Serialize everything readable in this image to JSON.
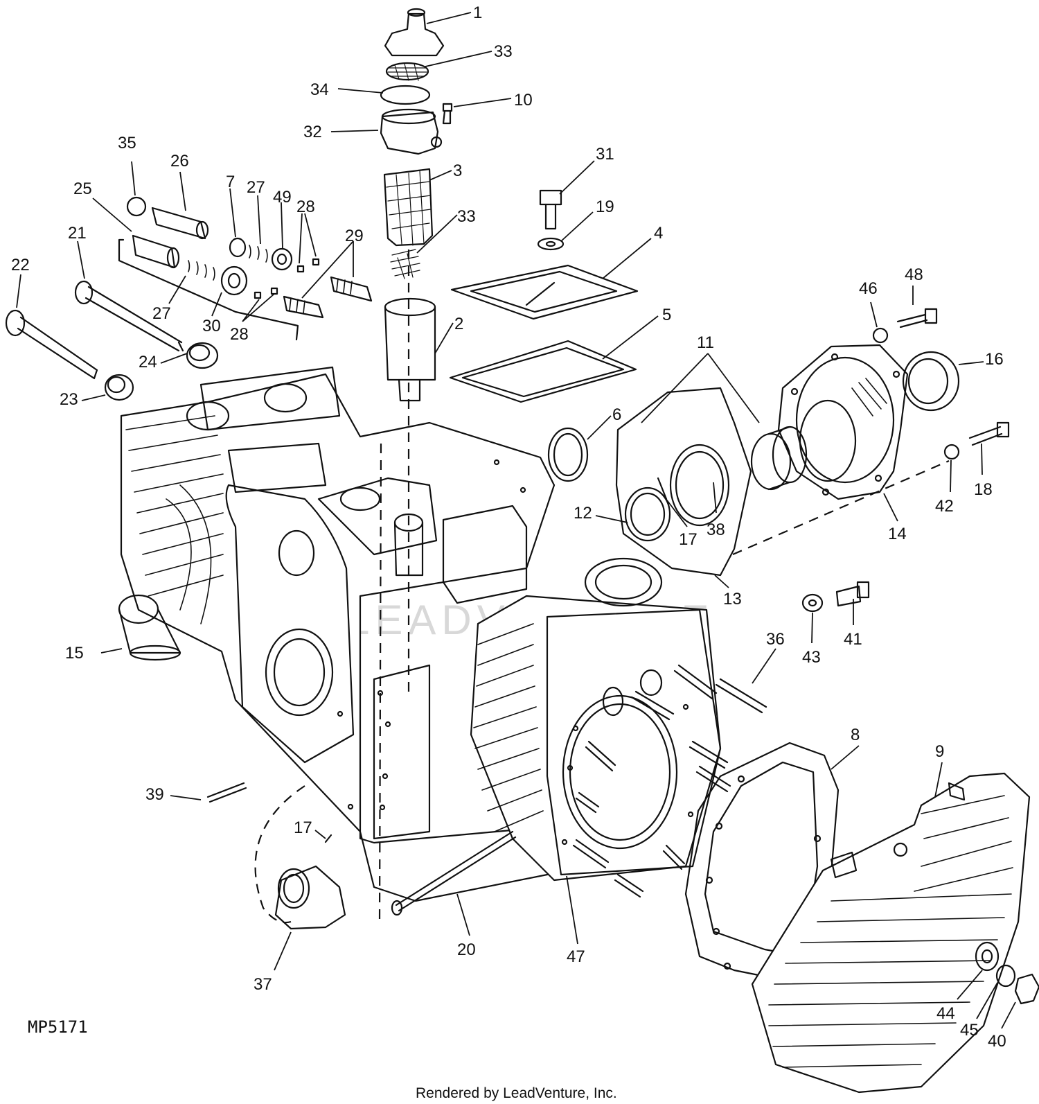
{
  "diagram": {
    "figure_code": "MP5171",
    "credit": "Rendered by LeadVenture, Inc.",
    "watermark": "LEADVENTURE",
    "callouts": [
      "1",
      "33",
      "34",
      "10",
      "32",
      "3",
      "33",
      "2",
      "31",
      "19",
      "4",
      "5",
      "35",
      "26",
      "25",
      "7",
      "27",
      "49",
      "28",
      "29",
      "21",
      "22",
      "27",
      "30",
      "28",
      "24",
      "23",
      "6",
      "11",
      "46",
      "48",
      "16",
      "18",
      "42",
      "14",
      "12",
      "17",
      "38",
      "13",
      "15",
      "43",
      "41",
      "36",
      "8",
      "9",
      "39",
      "17",
      "37",
      "20",
      "47",
      "44",
      "45",
      "40"
    ]
  }
}
